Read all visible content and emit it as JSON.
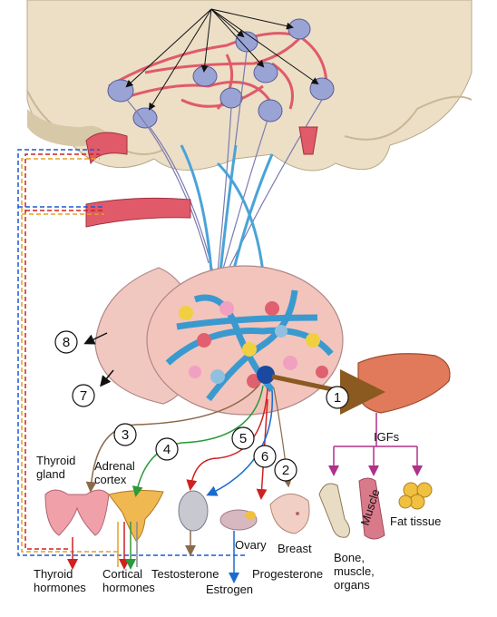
{
  "numbers": {
    "n1": "1",
    "n2": "2",
    "n3": "3",
    "n4": "4",
    "n5": "5",
    "n6": "6",
    "n7": "7",
    "n8": "8"
  },
  "labels": {
    "igfs": "IGFs",
    "thyroid_gland_1": "Thyroid",
    "thyroid_gland_2": "gland",
    "adrenal_cortex_1": "Adrenal",
    "adrenal_cortex_2": "cortex",
    "muscle": "Muscle",
    "fat_tissue": "Fat tissue",
    "ovary": "Ovary",
    "breast": "Breast",
    "bone_1": "Bone,",
    "bone_2": "muscle,",
    "bone_3": "organs",
    "thyroid_hormones_1": "Thyroid",
    "thyroid_hormones_2": "hormones",
    "cortical_hormones_1": "Cortical",
    "cortical_hormones_2": "hormones",
    "testosterone": "Testosterone",
    "progesterone": "Progesterone",
    "estrogen": "Estrogen"
  },
  "colors": {
    "bone": "#e8dcc4",
    "vessel_pink": "#e05a6a",
    "vessel_blue": "#4aa3d8",
    "gland_tissue": "#f2c4bc",
    "liver": "#e07a5a",
    "line_brown": "#8a6a4a",
    "line_green": "#2a9a3a",
    "line_red": "#d02020",
    "line_blue": "#1a6ad0",
    "line_magenta": "#b0308a",
    "dash_red": "#d02020",
    "dash_orange": "#e6a020",
    "dash_blue": "#1a5ad0"
  }
}
